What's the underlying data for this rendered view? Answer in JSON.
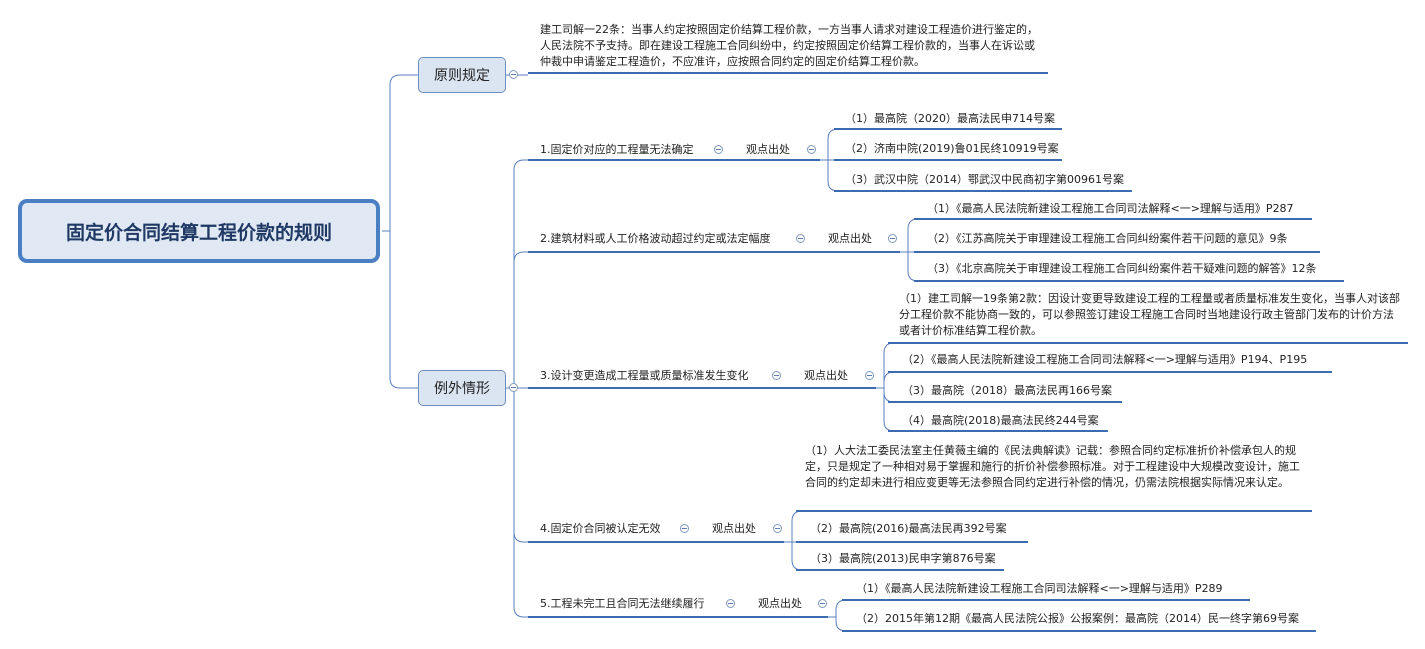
{
  "root": {
    "title": "固定价合同结算工程价款的规则"
  },
  "principle": {
    "label": "原则规定",
    "text": "建工司解一22条：当事人约定按照固定价结算工程价款，一方当事人请求对建设工程造价进行鉴定的，人民法院不予支持。即在建设工程施工合同纠纷中，约定按照固定价结算工程价款的，当事人在诉讼或仲裁中申请鉴定工程造价，不应准许，应按照合同约定的固定价结算工程价款。"
  },
  "exceptions": {
    "label": "例外情形",
    "items": [
      {
        "title": "1.固定价对应的工程量无法确定",
        "node": "观点出处",
        "sources": [
          "（1）最高院（2020）最高法民申714号案",
          "（2）济南中院(2019)鲁01民终10919号案",
          "（3）武汉中院（2014）鄂武汉中民商初字第00961号案"
        ]
      },
      {
        "title": "2.建筑材料或人工价格波动超过约定或法定幅度",
        "node": "观点出处",
        "sources": [
          "（1）《最高人民法院新建设工程施工合同司法解释<一>理解与适用》P287",
          "（2）《江苏高院关于审理建设工程施工合同纠纷案件若干问题的意见》9条",
          "（3）《北京高院关于审理建设工程施工合同纠纷案件若干疑难问题的解答》12条"
        ]
      },
      {
        "title": "3.设计变更造成工程量或质量标准发生变化",
        "node": "观点出处",
        "sources": [
          "（1）建工司解一19条第2款：因设计变更导致建设工程的工程量或者质量标准发生变化，当事人对该部分工程价款不能协商一致的，可以参照签订建设工程施工合同时当地建设行政主管部门发布的计价方法或者计价标准结算工程价款。",
          "（2）《最高人民法院新建设工程施工合同司法解释<一>理解与适用》P194、P195",
          "（3）最高院（2018）最高法民再166号案",
          "（4）最高院(2018)最高法民终244号案"
        ]
      },
      {
        "title": "4.固定价合同被认定无效",
        "node": "观点出处",
        "sources": [
          "（1）人大法工委民法室主任黄薇主编的《民法典解读》记载：参照合同约定标准折价补偿承包人的规定，只是规定了一种相对易于掌握和施行的折价补偿参照标准。对于工程建设中大规模改变设计，施工合同的约定却未进行相应变更等无法参照合同约定进行补偿的情况，仍需法院根据实际情况来认定。",
          "（2）最高院(2016)最高法民再392号案",
          "（3）最高院(2013)民申字第876号案"
        ]
      },
      {
        "title": "5.工程未完工且合同无法继续履行",
        "node": "观点出处",
        "sources": [
          "（1）《最高人民法院新建设工程施工合同司法解释<一>理解与适用》P289",
          "（2）2015年第12期《最高人民法院公报》公报案例：最高院（2014）民一终字第69号案"
        ]
      }
    ]
  },
  "colors": {
    "line": "#5b7fbd",
    "underline": "#3b6bb0",
    "root_border": "#4a7fc4",
    "root_fill": "#dfe8f3"
  },
  "icons": {
    "collapse": "collapse-minus-icon"
  }
}
